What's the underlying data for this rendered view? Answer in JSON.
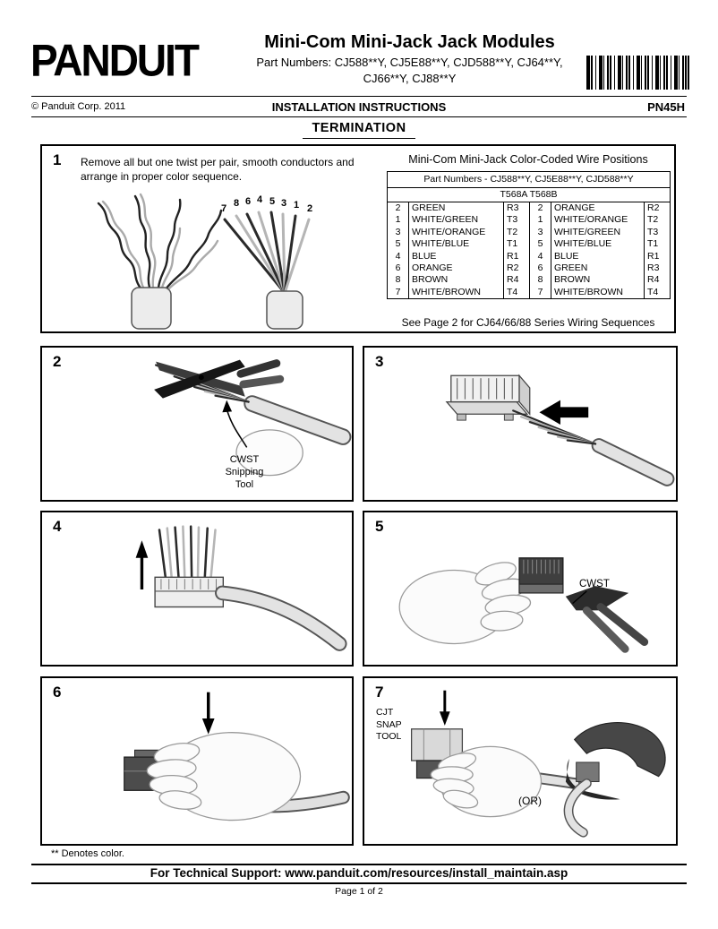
{
  "colors": {
    "ink": "#000000",
    "paper": "#ffffff"
  },
  "header": {
    "logo_text": "PANDUIT",
    "title": "Mini-Com Mini-Jack Jack Modules",
    "part_numbers_line1": "Part Numbers: CJ588**Y, CJ5E88**Y, CJD588**Y, CJ64**Y,",
    "part_numbers_line2": "CJ66**Y, CJ88**Y",
    "copyright": "© Panduit Corp. 2011",
    "doc_type": "INSTALLATION INSTRUCTIONS",
    "doc_code": "PN45H",
    "section_title": "TERMINATION"
  },
  "step1": {
    "number": "1",
    "instruction_line1": "Remove all but one twist per pair, smooth conductors and",
    "instruction_line2": "arrange in proper color sequence.",
    "wire_numbers": [
      "7",
      "8",
      "6",
      "4",
      "5",
      "3",
      "1",
      "2"
    ]
  },
  "wire_table": {
    "title": "Mini-Com Mini-Jack Color-Coded Wire Positions",
    "part_numbers_header": "Part Numbers - CJ588**Y, CJ5E88**Y, CJD588**Y",
    "standards_header": "T568A  T568B",
    "rows": [
      {
        "a_pos": "2",
        "a_color": "GREEN",
        "a_pin": "R3",
        "b_pos": "2",
        "b_color": "ORANGE",
        "b_pin": "R2"
      },
      {
        "a_pos": "1",
        "a_color": "WHITE/GREEN",
        "a_pin": "T3",
        "b_pos": "1",
        "b_color": "WHITE/ORANGE",
        "b_pin": "T2"
      },
      {
        "a_pos": "3",
        "a_color": "WHITE/ORANGE",
        "a_pin": "T2",
        "b_pos": "3",
        "b_color": "WHITE/GREEN",
        "b_pin": "T3"
      },
      {
        "a_pos": "5",
        "a_color": "WHITE/BLUE",
        "a_pin": "T1",
        "b_pos": "5",
        "b_color": "WHITE/BLUE",
        "b_pin": "T1"
      },
      {
        "a_pos": "4",
        "a_color": "BLUE",
        "a_pin": "R1",
        "b_pos": "4",
        "b_color": "BLUE",
        "b_pin": "R1"
      },
      {
        "a_pos": "6",
        "a_color": "ORANGE",
        "a_pin": "R2",
        "b_pos": "6",
        "b_color": "GREEN",
        "b_pin": "R3"
      },
      {
        "a_pos": "8",
        "a_color": "BROWN",
        "a_pin": "R4",
        "b_pos": "8",
        "b_color": "BROWN",
        "b_pin": "R4"
      },
      {
        "a_pos": "7",
        "a_color": "WHITE/BROWN",
        "a_pin": "T4",
        "b_pos": "7",
        "b_color": "WHITE/BROWN",
        "b_pin": "T4"
      }
    ],
    "footnote": "See Page 2 for CJ64/66/88 Series Wiring Sequences"
  },
  "step2": {
    "number": "2",
    "tool_label_line1": "CWST",
    "tool_label_line2": "Snipping",
    "tool_label_line3": "Tool"
  },
  "step3": {
    "number": "3"
  },
  "step4": {
    "number": "4"
  },
  "step5": {
    "number": "5",
    "tool_label": "CWST"
  },
  "step6": {
    "number": "6"
  },
  "step7": {
    "number": "7",
    "tool_label_line1": "CJT",
    "tool_label_line2": "SNAP",
    "tool_label_line3": "TOOL",
    "or_label": "(OR)"
  },
  "notes": {
    "denotes_color": "** Denotes color."
  },
  "footer": {
    "support_text": "For Technical Support: www.panduit.com/resources/install_maintain.asp",
    "page_label": "Page 1 of 2"
  }
}
